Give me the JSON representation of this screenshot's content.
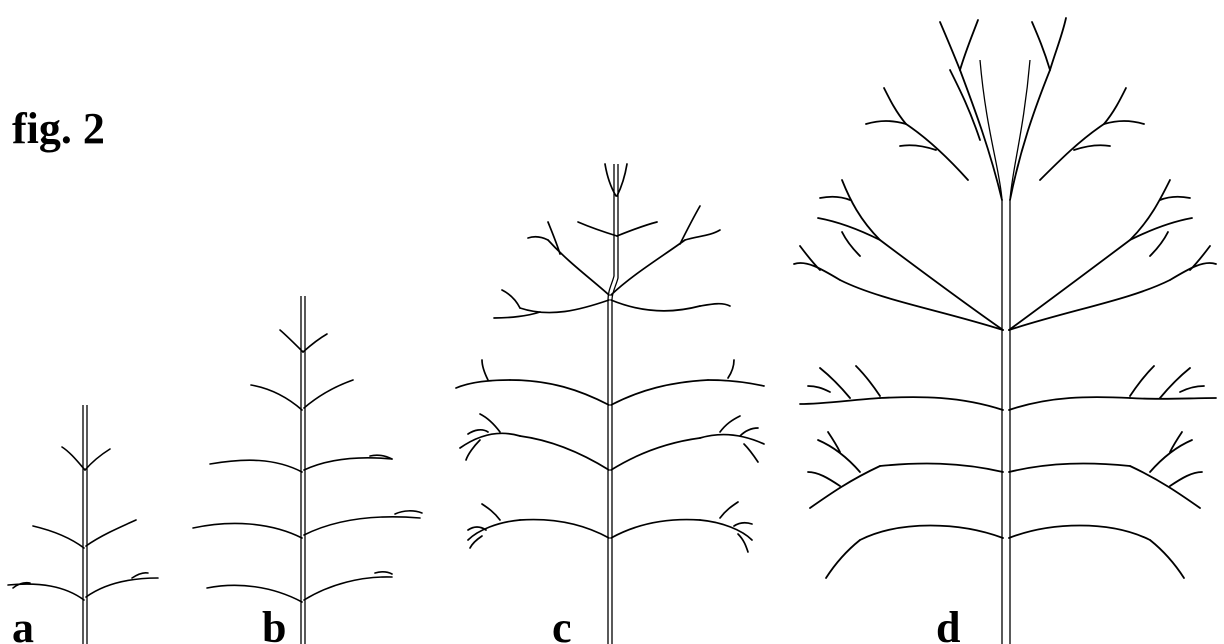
{
  "figure": {
    "title": "fig. 2",
    "panels": [
      {
        "label": "a"
      },
      {
        "label": "b"
      },
      {
        "label": "c"
      },
      {
        "label": "d"
      }
    ]
  }
}
